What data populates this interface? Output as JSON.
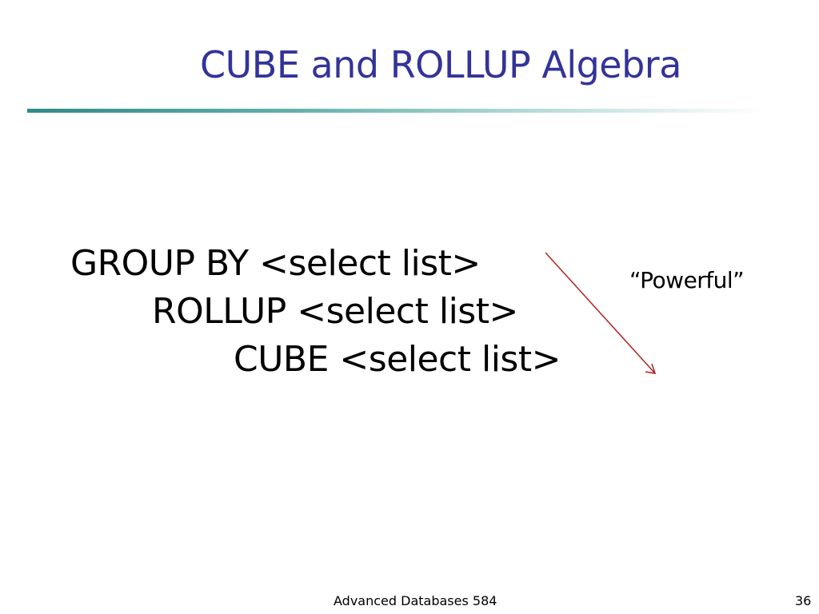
{
  "slide": {
    "title": "CUBE and ROLLUP Algebra",
    "lines": [
      "GROUP BY <select list>",
      "ROLLUP <select list>",
      "CUBE <select list>"
    ],
    "annotation": "“Powerful”",
    "footer": "Advanced Databases 584",
    "page_number": "36"
  },
  "colors": {
    "title": "#333399",
    "rule_start": "#2e8b87",
    "arrow": "#b22222",
    "text": "#000000"
  },
  "icons": {
    "arrow": "arrow-diagonal-down-right-icon"
  }
}
